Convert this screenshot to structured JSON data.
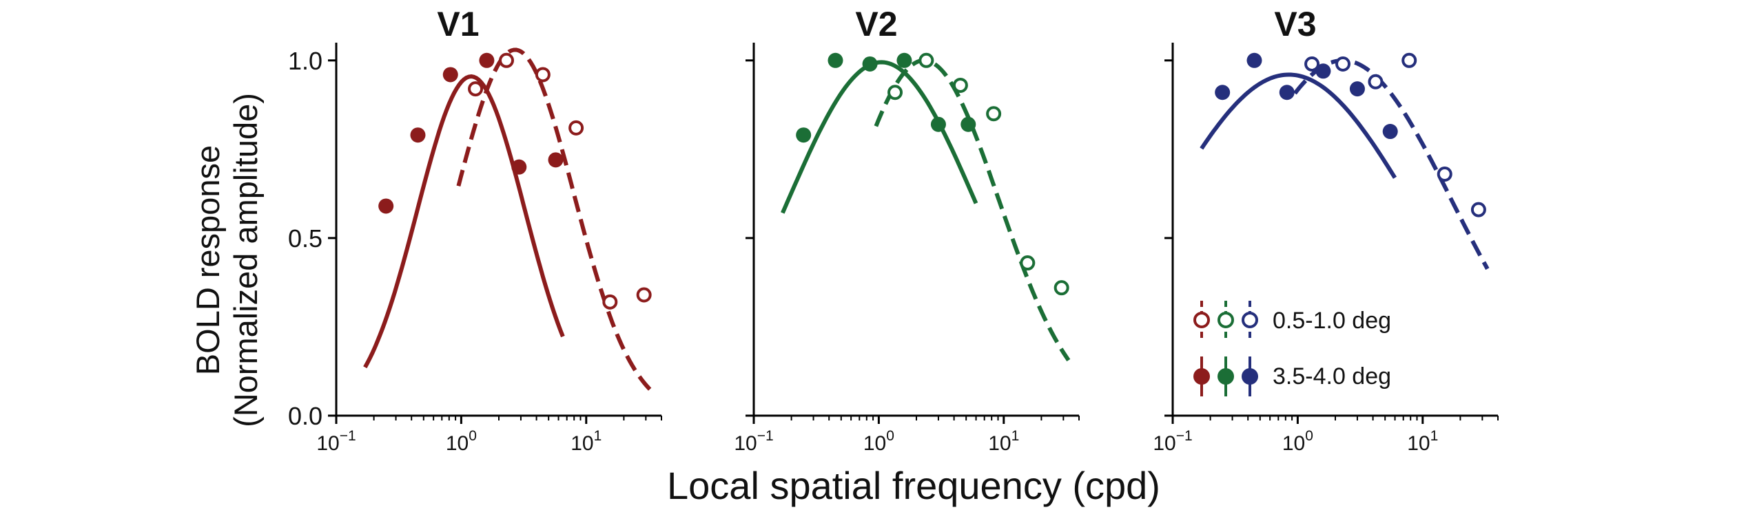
{
  "figure": {
    "x_label": "Local spatial frequency (cpd)",
    "y_label_line1": "BOLD response",
    "y_label_line2": "(Normalized amplitude)",
    "legend": [
      {
        "label": "0.5-1.0 deg",
        "marker": "open",
        "line": "dashed"
      },
      {
        "label": "3.5-4.0 deg",
        "marker": "filled",
        "line": "solid"
      }
    ]
  },
  "chart_data": [
    {
      "type": "scatter",
      "title": "V1",
      "color": "#8c1c1c",
      "xscale": "log",
      "xlim": [
        0.1,
        40
      ],
      "ylim": [
        0,
        1.05
      ],
      "x_ticks": [
        0.1,
        1,
        10
      ],
      "x_tick_labels": [
        {
          "base": "10",
          "exp": "−1"
        },
        {
          "base": "10",
          "exp": "0"
        },
        {
          "base": "10",
          "exp": "1"
        }
      ],
      "y_ticks": [
        0.0,
        0.5,
        1.0
      ],
      "y_tick_labels": [
        "0.0",
        "0.5",
        "1.0"
      ],
      "series": [
        {
          "name": "3.5-4.0 deg",
          "marker": "filled",
          "line": "solid",
          "x": [
            0.25,
            0.45,
            0.82,
            1.6,
            2.9,
            5.7
          ],
          "y": [
            0.59,
            0.79,
            0.96,
            1.0,
            0.7,
            0.72
          ],
          "fit": {
            "peak_sf": 1.2,
            "peak": 0.955,
            "width": 0.43,
            "range": [
              0.17,
              6.5
            ]
          }
        },
        {
          "name": "0.5-1.0 deg",
          "marker": "open",
          "line": "dashed",
          "x": [
            1.3,
            2.3,
            4.5,
            8.3,
            15.5,
            29
          ],
          "y": [
            0.92,
            1.0,
            0.96,
            0.81,
            0.32,
            0.34
          ],
          "fit": {
            "peak_sf": 2.7,
            "peak": 1.03,
            "width": 0.47,
            "range": [
              0.95,
              33
            ]
          }
        }
      ]
    },
    {
      "type": "scatter",
      "title": "V2",
      "color": "#1b6e36",
      "xscale": "log",
      "xlim": [
        0.1,
        40
      ],
      "ylim": [
        0,
        1.05
      ],
      "x_ticks": [
        0.1,
        1,
        10
      ],
      "x_tick_labels": [
        {
          "base": "10",
          "exp": "−1"
        },
        {
          "base": "10",
          "exp": "0"
        },
        {
          "base": "10",
          "exp": "1"
        }
      ],
      "y_ticks": [
        0.0,
        0.5,
        1.0
      ],
      "y_tick_labels": [],
      "series": [
        {
          "name": "3.5-4.0 deg",
          "marker": "filled",
          "line": "solid",
          "x": [
            0.25,
            0.45,
            0.85,
            1.6,
            3.0,
            5.2
          ],
          "y": [
            0.79,
            1.0,
            0.99,
            1.0,
            0.82,
            0.82
          ],
          "fit": {
            "peak_sf": 1.05,
            "peak": 0.995,
            "width": 0.75,
            "range": [
              0.17,
              6.0
            ]
          }
        },
        {
          "name": "0.5-1.0 deg",
          "marker": "open",
          "line": "dashed",
          "x": [
            1.35,
            2.4,
            4.5,
            8.3,
            15.5,
            29
          ],
          "y": [
            0.91,
            1.0,
            0.93,
            0.85,
            0.43,
            0.36
          ],
          "fit": {
            "peak_sf": 2.3,
            "peak": 1.0,
            "width": 0.6,
            "range": [
              0.95,
              33
            ]
          }
        }
      ]
    },
    {
      "type": "scatter",
      "title": "V3",
      "color": "#252f7c",
      "xscale": "log",
      "xlim": [
        0.1,
        40
      ],
      "ylim": [
        0,
        1.05
      ],
      "x_ticks": [
        0.1,
        1,
        10
      ],
      "x_tick_labels": [
        {
          "base": "10",
          "exp": "−1"
        },
        {
          "base": "10",
          "exp": "0"
        },
        {
          "base": "10",
          "exp": "1"
        }
      ],
      "y_ticks": [
        0.0,
        0.5,
        1.0
      ],
      "y_tick_labels": [],
      "series": [
        {
          "name": "3.5-4.0 deg",
          "marker": "filled",
          "line": "solid",
          "x": [
            0.25,
            0.45,
            0.82,
            1.6,
            3.0,
            5.5
          ],
          "y": [
            0.91,
            1.0,
            0.91,
            0.97,
            0.92,
            0.8
          ],
          "fit": {
            "peak_sf": 0.85,
            "peak": 0.96,
            "width": 1.0,
            "range": [
              0.17,
              6.0
            ]
          }
        },
        {
          "name": "0.5-1.0 deg",
          "marker": "open",
          "line": "dashed",
          "x": [
            1.3,
            2.3,
            4.2,
            7.8,
            15,
            28
          ],
          "y": [
            0.99,
            0.99,
            0.94,
            1.0,
            0.68,
            0.58
          ],
          "fit": {
            "peak_sf": 2.3,
            "peak": 1.0,
            "width": 0.87,
            "range": [
              0.95,
              33
            ]
          }
        }
      ]
    }
  ]
}
